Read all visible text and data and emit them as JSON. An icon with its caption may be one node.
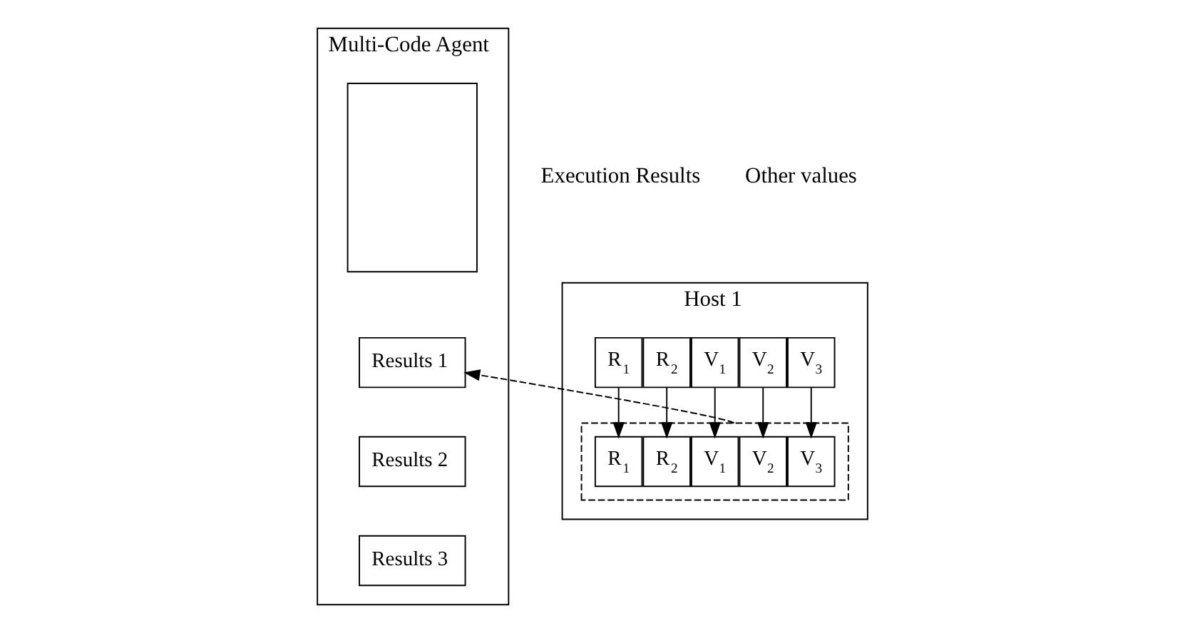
{
  "diagram": {
    "nodes": [
      {
        "text": [
          "Host 1"
        ]
      },
      {
        "text": [
          "R$_{1}$"
        ],
        "in": 0
      },
      {
        "text": [
          "R$_{2}$"
        ],
        "in": 0
      },
      {
        "text": [
          "V$_{1}$"
        ],
        "in": 0
      },
      {
        "text": [
          "V$_{2}$"
        ],
        "in": 0
      },
      {
        "text": [
          "V$_{3}$"
        ],
        "in": 0
      },
      {
        "text": [],
        "shape": "box",
        "in": 0
      },
      {
        "text": [
          "V$_{3}$"
        ],
        "in": 6
      },
      {
        "text": [
          "R$_{1}$"
        ],
        "in": 6
      },
      {
        "text": [
          "V$_{1}$"
        ],
        "in": 6
      },
      {
        "text": [
          "R$_{2}$"
        ],
        "in": 6
      },
      {
        "text": [
          "V$_{2}$"
        ],
        "in": 6
      },
      {
        "text": [
          "Multi-Code Agent"
        ]
      },
      {
        "text": [],
        "shape": "box",
        "in": 12
      },
      {
        "text": [
          "Results 1"
        ],
        "in": 12
      },
      {
        "text": [
          "Results 2"
        ],
        "in": 12
      },
      {
        "text": [
          "Results 3"
        ],
        "in": 12
      }
    ],
    "edges": [
      {
        "from": 1,
        "to": 8,
        "arrow": "to"
      },
      {
        "from": 2,
        "to": 10,
        "arrow": "to"
      },
      {
        "from": 3,
        "to": 9,
        "arrow": "to"
      },
      {
        "from": 4,
        "to": 11,
        "arrow": "to"
      },
      {
        "from": 5,
        "to": 7,
        "arrow": "to"
      },
      {
        "from": 6,
        "to": 14,
        "arrow": "to",
        "style": "dashed"
      }
    ],
    "labels": [
      "Execution Results",
      "Other values"
    ]
  }
}
